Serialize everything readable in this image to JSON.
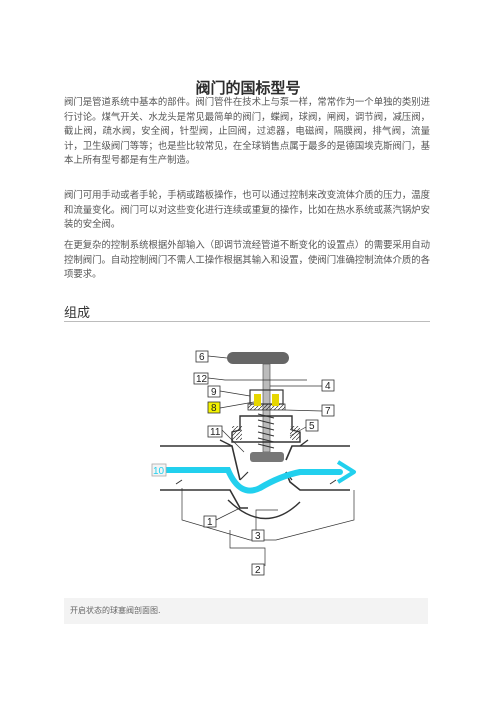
{
  "title": "阀门的国标型号",
  "paragraphs": [
    "阀门是管道系统中基本的部件。阀门管件在技术上与泵一样，常常作为一个单独的类别进行讨论。煤气开关、水龙头是常见最简单的阀门，蝶阀，球阀，闸阀，调节阀，减压阀，截止阀，疏水阀，安全阀，针型阀，止回阀，过滤器，电磁阀，隔膜阀，排气阀，流量计，卫生级阀门等等；也是些比较常见，在全球销售点属于最多的是德国埃克斯阀门，基本上所有型号都是有生产制造。",
    "阀门可用手动或者手轮，手柄或踏板操作，也可以通过控制来改变流体介质的压力，温度和流量变化。阀门可以对这些变化进行连续或重复的操作，比如在热水系统或蒸汽锅炉安装的安全阀。",
    "在更复杂的控制系统根据外部输入（即调节流经管道不断变化的设置点）的需要采用自动控制阀门。自动控制阀门不需人工操作根据其输入和设置，使阀门准确控制流体介质的各项要求。"
  ],
  "section_heading": "组成",
  "diagram_labels": {
    "l6": "6",
    "l12": "12",
    "l4": "4",
    "l9": "9",
    "l8": "8",
    "l7": "7",
    "l11": "11",
    "l5": "5",
    "l10": "10",
    "l1": "1",
    "l3": "3",
    "l2": "2"
  },
  "colors": {
    "flow_arrow": "#22d0ee",
    "highlight_label": "#f2f200"
  },
  "caption": "开启状态的球塞阀剖面图."
}
